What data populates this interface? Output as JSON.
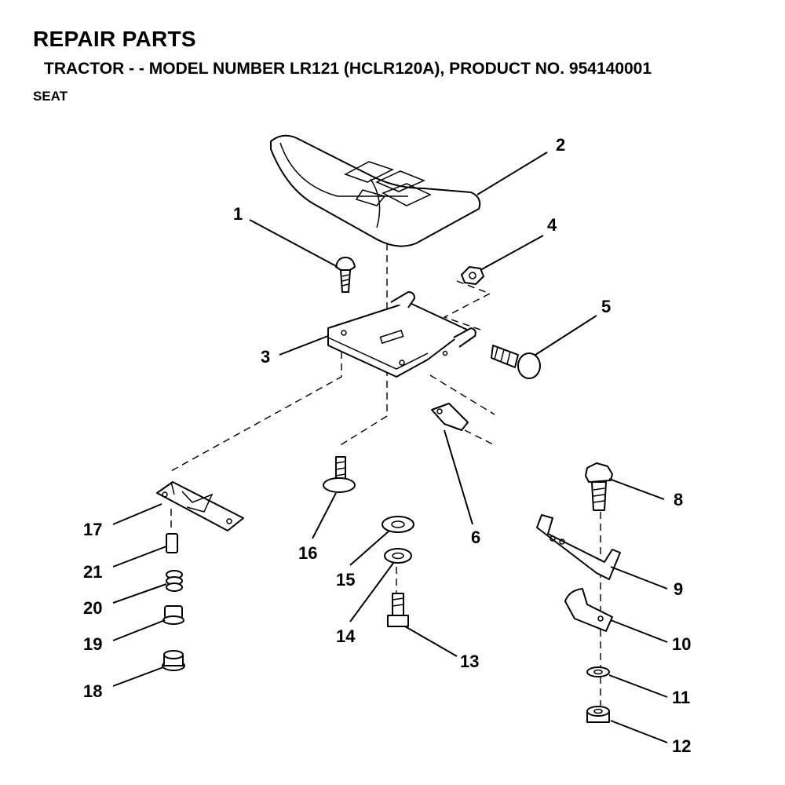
{
  "header": {
    "title": "REPAIR PARTS",
    "subtitle": "TRACTOR - - MODEL NUMBER LR121 (HCLR120A), PRODUCT NO. 954140001",
    "section": "SEAT"
  },
  "callouts": [
    "1",
    "2",
    "3",
    "4",
    "5",
    "6",
    "8",
    "9",
    "10",
    "11",
    "12",
    "13",
    "14",
    "15",
    "16",
    "17",
    "18",
    "19",
    "20",
    "21"
  ]
}
